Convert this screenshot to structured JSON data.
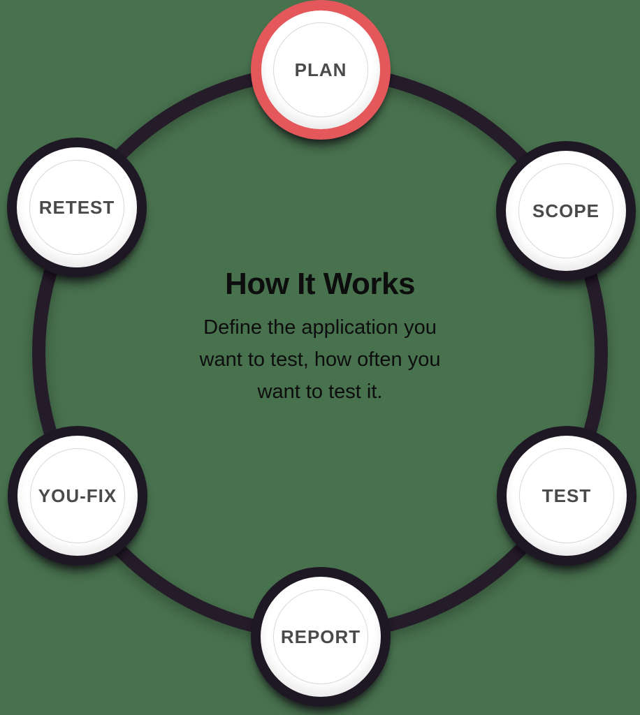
{
  "diagram": {
    "title": "How It Works",
    "description_lines": [
      "Define the application you",
      "want to test, how often you",
      "want to test it."
    ],
    "nodes": [
      {
        "id": "plan",
        "label": "PLAN",
        "active": true
      },
      {
        "id": "scope",
        "label": "SCOPE",
        "active": false
      },
      {
        "id": "test",
        "label": "TEST",
        "active": false
      },
      {
        "id": "report",
        "label": "REPORT",
        "active": false
      },
      {
        "id": "you-fix",
        "label": "YOU-FIX",
        "active": false
      },
      {
        "id": "retest",
        "label": "RETEST",
        "active": false
      }
    ],
    "colors": {
      "background": "#48714E",
      "ring": "#251C2A",
      "node_border": "#1E1724",
      "active_node_border": "#E4585C",
      "node_fill": "#FFFFFF",
      "inner_ring": "#D8D8D8",
      "label": "#4A4A4A",
      "text": "#0D0D0D"
    }
  }
}
